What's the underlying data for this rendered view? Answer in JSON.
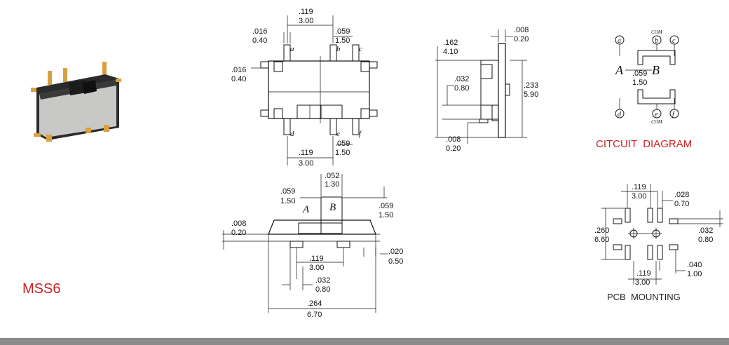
{
  "model": "MSS6",
  "circuit": {
    "title": "CITCUIT  DIAGRAM",
    "terminals_top": [
      "a",
      "b",
      "c"
    ],
    "terminals_bottom": [
      "d",
      "e",
      "f"
    ],
    "com": "COM",
    "pos_a": "A",
    "pos_b": "B",
    "dim": [
      ".059",
      "1.50"
    ]
  },
  "pcb": {
    "title": "PCB  MOUNTING",
    "pitch_top": [
      ".119",
      "3.00"
    ],
    "pitch_bottom": [
      ".119",
      "3.00"
    ],
    "pad_w": [
      ".028",
      "0.70"
    ],
    "height": [
      ".260",
      "6.60"
    ],
    "side": [
      ".032",
      "0.80"
    ],
    "hole": [
      ".040",
      "1.00"
    ]
  },
  "top_view": {
    "pitch_top": [
      ".119",
      "3.00"
    ],
    "pin_w": [
      ".016",
      "0.40"
    ],
    "pin_gap": [
      ".059",
      "1.50"
    ],
    "pin_side": [
      ".016",
      "0.40"
    ],
    "pitch_bottom": [
      ".119",
      "3.00"
    ],
    "pin_gap_bottom": [
      ".059",
      "1.50"
    ],
    "pins_top": [
      "a",
      "b",
      "c"
    ],
    "pins_bottom": [
      "d",
      "e",
      "f"
    ]
  },
  "side_view": {
    "height": [
      ".162",
      "4.10"
    ],
    "thick": [
      ".008",
      "0.20"
    ],
    "mid": [
      ".032",
      "0.80"
    ],
    "width": [
      ".233",
      "5.90"
    ],
    "bottom": [
      ".008",
      "0.20"
    ]
  },
  "front_view": {
    "actuator": [
      ".052",
      "1.30"
    ],
    "travel_left": [
      ".059",
      "1.50"
    ],
    "travel_right": [
      ".059",
      "1.50"
    ],
    "thick": [
      ".008",
      "0.20"
    ],
    "foot": [
      ".020",
      "0.50"
    ],
    "pitch": [
      ".119",
      "3.00"
    ],
    "pin": [
      ".032",
      "0.80"
    ],
    "length": [
      ".264",
      "6.70"
    ],
    "pos_a": "A",
    "pos_b": "B"
  },
  "colors": {
    "accent_red": "#cc2222",
    "footer_bar": "#8a8a8a"
  }
}
